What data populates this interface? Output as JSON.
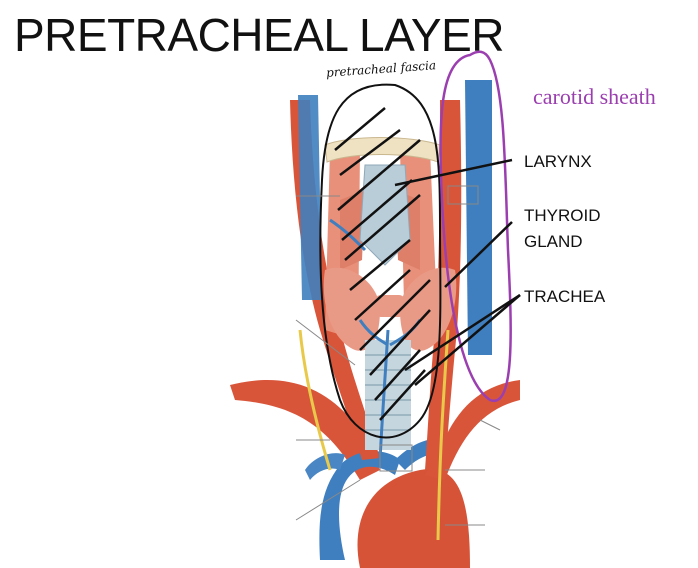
{
  "title": "PRETRACHEAL LAYER",
  "annotations": {
    "handwritten_fascia": "pretracheal fascia",
    "carotid_sheath": "carotid sheath"
  },
  "labels": {
    "larynx": "LARYNX",
    "thyroid_line1": "THYROID",
    "thyroid_line2": "GLAND",
    "trachea": "TRACHEA"
  },
  "colors": {
    "artery": "#d9553a",
    "vein": "#3f7fbf",
    "muscle": "#e8907a",
    "thyroid": "#e99a86",
    "trachea": "#b8cdd8",
    "hyoid": "#efe2c2",
    "nerve": "#e9c94a",
    "ink": "#111111",
    "purple": "#9b3fb0"
  }
}
